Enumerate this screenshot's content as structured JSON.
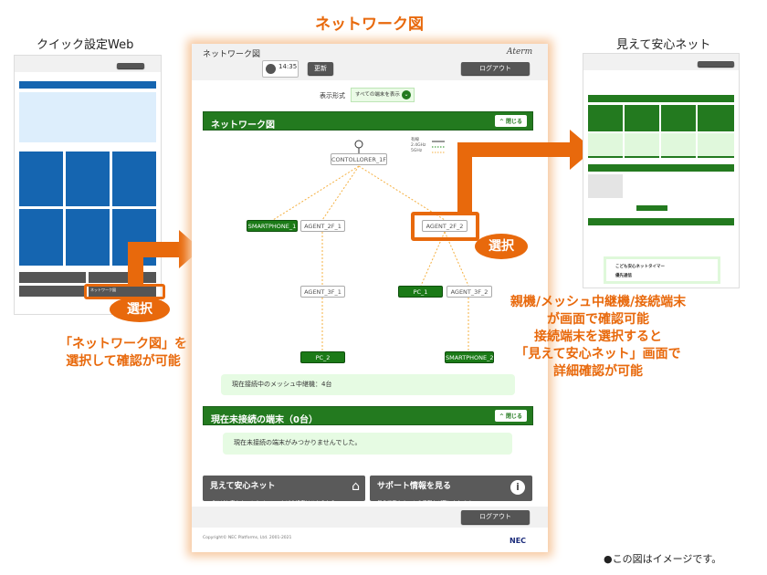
{
  "titles": {
    "center": "ネットワーク図",
    "left": "クイック設定Web",
    "right": "見えて安心ネット"
  },
  "main": {
    "header_title": "ネットワーク図",
    "brand": "Aterm",
    "clock_time": "14:35",
    "refresh_label": "更新",
    "logout_label": "ログアウト",
    "display_label": "表示形式",
    "display_value": "すべての端末を表示",
    "section1_title": "ネットワーク図",
    "close_label": "閉じる",
    "legend": [
      "有線",
      "2.4GHz",
      "5GHz"
    ],
    "nodes": {
      "controller": "CONTOLLORER_1F",
      "sp1": "SMARTPHONE_1",
      "a2f1": "AGENT_2F_1",
      "a2f2": "AGENT_2F_2",
      "a3f1": "AGENT_3F_1",
      "pc1": "PC_1",
      "a3f2": "AGENT_3F_2",
      "pc2": "PC_2",
      "sp2": "SMARTPHONE_2"
    },
    "mesh_info": "現在接続中のメッシュ中継機：4台",
    "section2_title": "現在未接続の端末（0台）",
    "unconnected_info": "現在未接続の端末がみつかりませんでした。",
    "btn_mieru_title": "見えて安心ネット",
    "btn_mieru_sub": "「こども安心ネットタイマー」などの設定はこちらから。",
    "btn_support_title": "サポート情報を見る",
    "btn_support_sub": "見えて安心ネットの情報をご覧になれます。",
    "copyright": "Copyright© NEC Platforms, Ltd. 2001-2021",
    "nec": "NEC"
  },
  "left_thumb": {
    "network_label": "ネットワーク図"
  },
  "right_thumb": {
    "timer": "こども安心ネットタイマー",
    "priority": "優先通信"
  },
  "select_label": "選択",
  "left_caption": [
    "「ネットワーク図」を",
    "選択して確認が可能"
  ],
  "right_caption": [
    "親機/メッシュ中継機/接続端末",
    "が画面で確認可能",
    "接続端末を選択すると",
    "「見えて安心ネット」画面で",
    "詳細確認が可能"
  ],
  "footnote": "●この図はイメージです。",
  "colors": {
    "accent": "#e8690c",
    "green": "#237a1f",
    "blue": "#1565b0"
  }
}
